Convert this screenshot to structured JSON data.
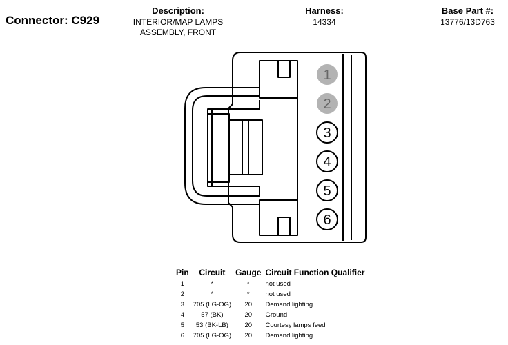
{
  "header": {
    "connector_label": "Connector: C929",
    "description_heading": "Description:",
    "description_line1": "INTERIOR/MAP LAMPS",
    "description_line2": "ASSEMBLY, FRONT",
    "harness_heading": "Harness:",
    "harness_value": "14334",
    "base_part_heading": "Base Part #:",
    "base_part_value": "13776/13D763"
  },
  "connector_pins": [
    {
      "number": "1",
      "style": "filled"
    },
    {
      "number": "2",
      "style": "filled"
    },
    {
      "number": "3",
      "style": "outline"
    },
    {
      "number": "4",
      "style": "outline"
    },
    {
      "number": "5",
      "style": "outline"
    },
    {
      "number": "6",
      "style": "outline"
    }
  ],
  "colors": {
    "filled_pin": "#b3b3b3",
    "line": "#000000"
  },
  "pin_table": {
    "headers": {
      "pin": "Pin",
      "circuit": "Circuit",
      "gauge": "Gauge",
      "function": "Circuit Function Qualifier"
    },
    "rows": [
      {
        "pin": "1",
        "circuit": "*",
        "gauge": "*",
        "function": "not used"
      },
      {
        "pin": "2",
        "circuit": "*",
        "gauge": "*",
        "function": "not used"
      },
      {
        "pin": "3",
        "circuit": "705 (LG-OG)",
        "gauge": "20",
        "function": "Demand lighting"
      },
      {
        "pin": "4",
        "circuit": "57 (BK)",
        "gauge": "20",
        "function": "Ground"
      },
      {
        "pin": "5",
        "circuit": "53 (BK-LB)",
        "gauge": "20",
        "function": "Courtesy lamps feed"
      },
      {
        "pin": "6",
        "circuit": "705 (LG-OG)",
        "gauge": "20",
        "function": "Demand lighting"
      }
    ]
  }
}
